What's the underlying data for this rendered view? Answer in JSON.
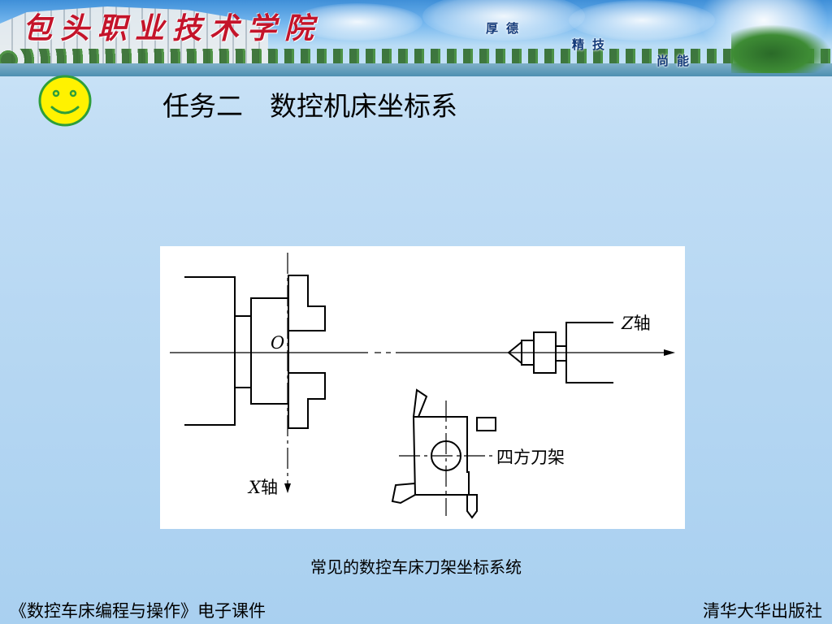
{
  "banner": {
    "school_name": "包头职业技术学院",
    "motto": [
      "厚德",
      "精技",
      "尚能"
    ]
  },
  "slide": {
    "title": "任务二　数控机床坐标系"
  },
  "diagram": {
    "labels": {
      "origin": "O",
      "z_axis_letter": "Z",
      "z_axis_word": "轴",
      "x_axis_letter": "X",
      "x_axis_word": "轴",
      "tool_post": "四方刀架"
    }
  },
  "caption": "常见的数控车床刀架坐标系统",
  "footer": {
    "left": "《数控车床编程与操作》电子课件",
    "right": "清华大华出版社"
  },
  "colors": {
    "title_red": "#c4142a",
    "motto_blue": "#133a7a",
    "smiley_fill": "#fff200",
    "smiley_stroke": "#2e9e3a"
  }
}
